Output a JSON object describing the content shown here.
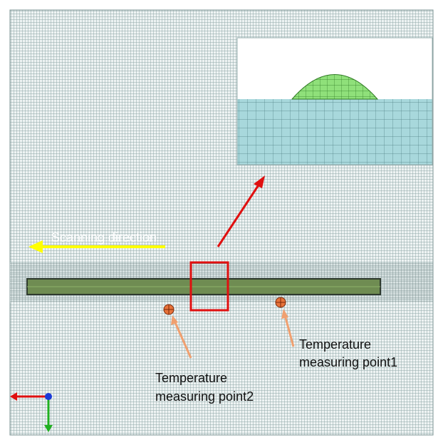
{
  "labels": {
    "scanning_direction": "Scanning direction",
    "point1_line1": "Temperature",
    "point1_line2": "measuring point1",
    "point2_line1": "Temperature",
    "point2_line2": "measuring point2"
  },
  "colors": {
    "substrate_mesh": "#8fa7a7",
    "substrate_bg": "#eef3f3",
    "track_fill": "#6f8c52",
    "track_edge": "#2e3a2e",
    "inset_substrate": "#a8d8dc",
    "inset_bead": "#8fe07a",
    "scan_arrow": "#ffff00",
    "zoom_box": "#e01010",
    "point_marker": "#e8733a",
    "leader_arrow": "#f0a070"
  },
  "icons": {
    "axis_triad": "xyz-axis-triad-icon",
    "point_marker": "crosshair-circle-icon"
  }
}
